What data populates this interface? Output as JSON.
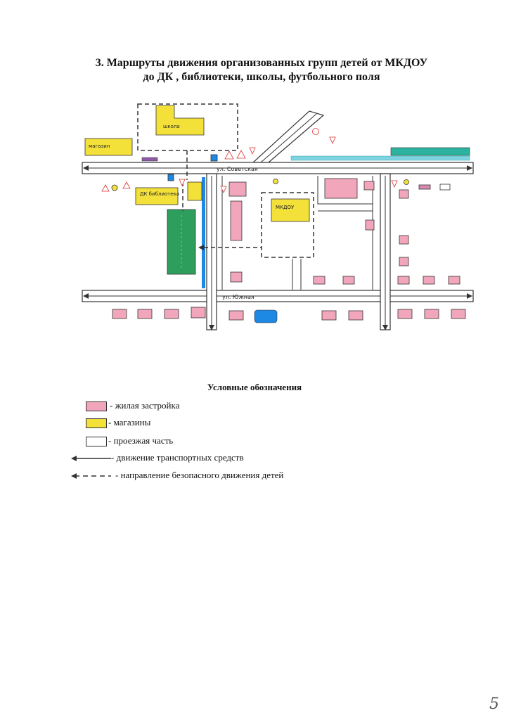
{
  "header": {
    "title_line1": "3. Маршруты движения организованных групп детей от МКДОУ",
    "title_line2": "до ДК , библиотеки, школы, футбольного поля"
  },
  "map": {
    "labels": {
      "shop": "магазин",
      "school": "школа",
      "dk": "ДК библиотека",
      "kindergarten": "МКДОУ",
      "street_sovetskaya": "ул. Советская",
      "street_yuzhnaya": "ул. Южная"
    },
    "colors": {
      "residential": "#f2a6bc",
      "shop": "#f3e13a",
      "field": "#2e9e5c",
      "road_outline": "#333333",
      "blue": "#1e88e5",
      "teal": "#2bb3a0"
    }
  },
  "legend": {
    "title": "Условные обозначения",
    "items": [
      {
        "label": "- жилая застройка"
      },
      {
        "label": "- магазины"
      },
      {
        "label": "- проезжая часть"
      },
      {
        "label": "- движение транспортных средств"
      },
      {
        "label": "- направление безопасного движения детей"
      }
    ]
  },
  "page": {
    "number": "5"
  }
}
